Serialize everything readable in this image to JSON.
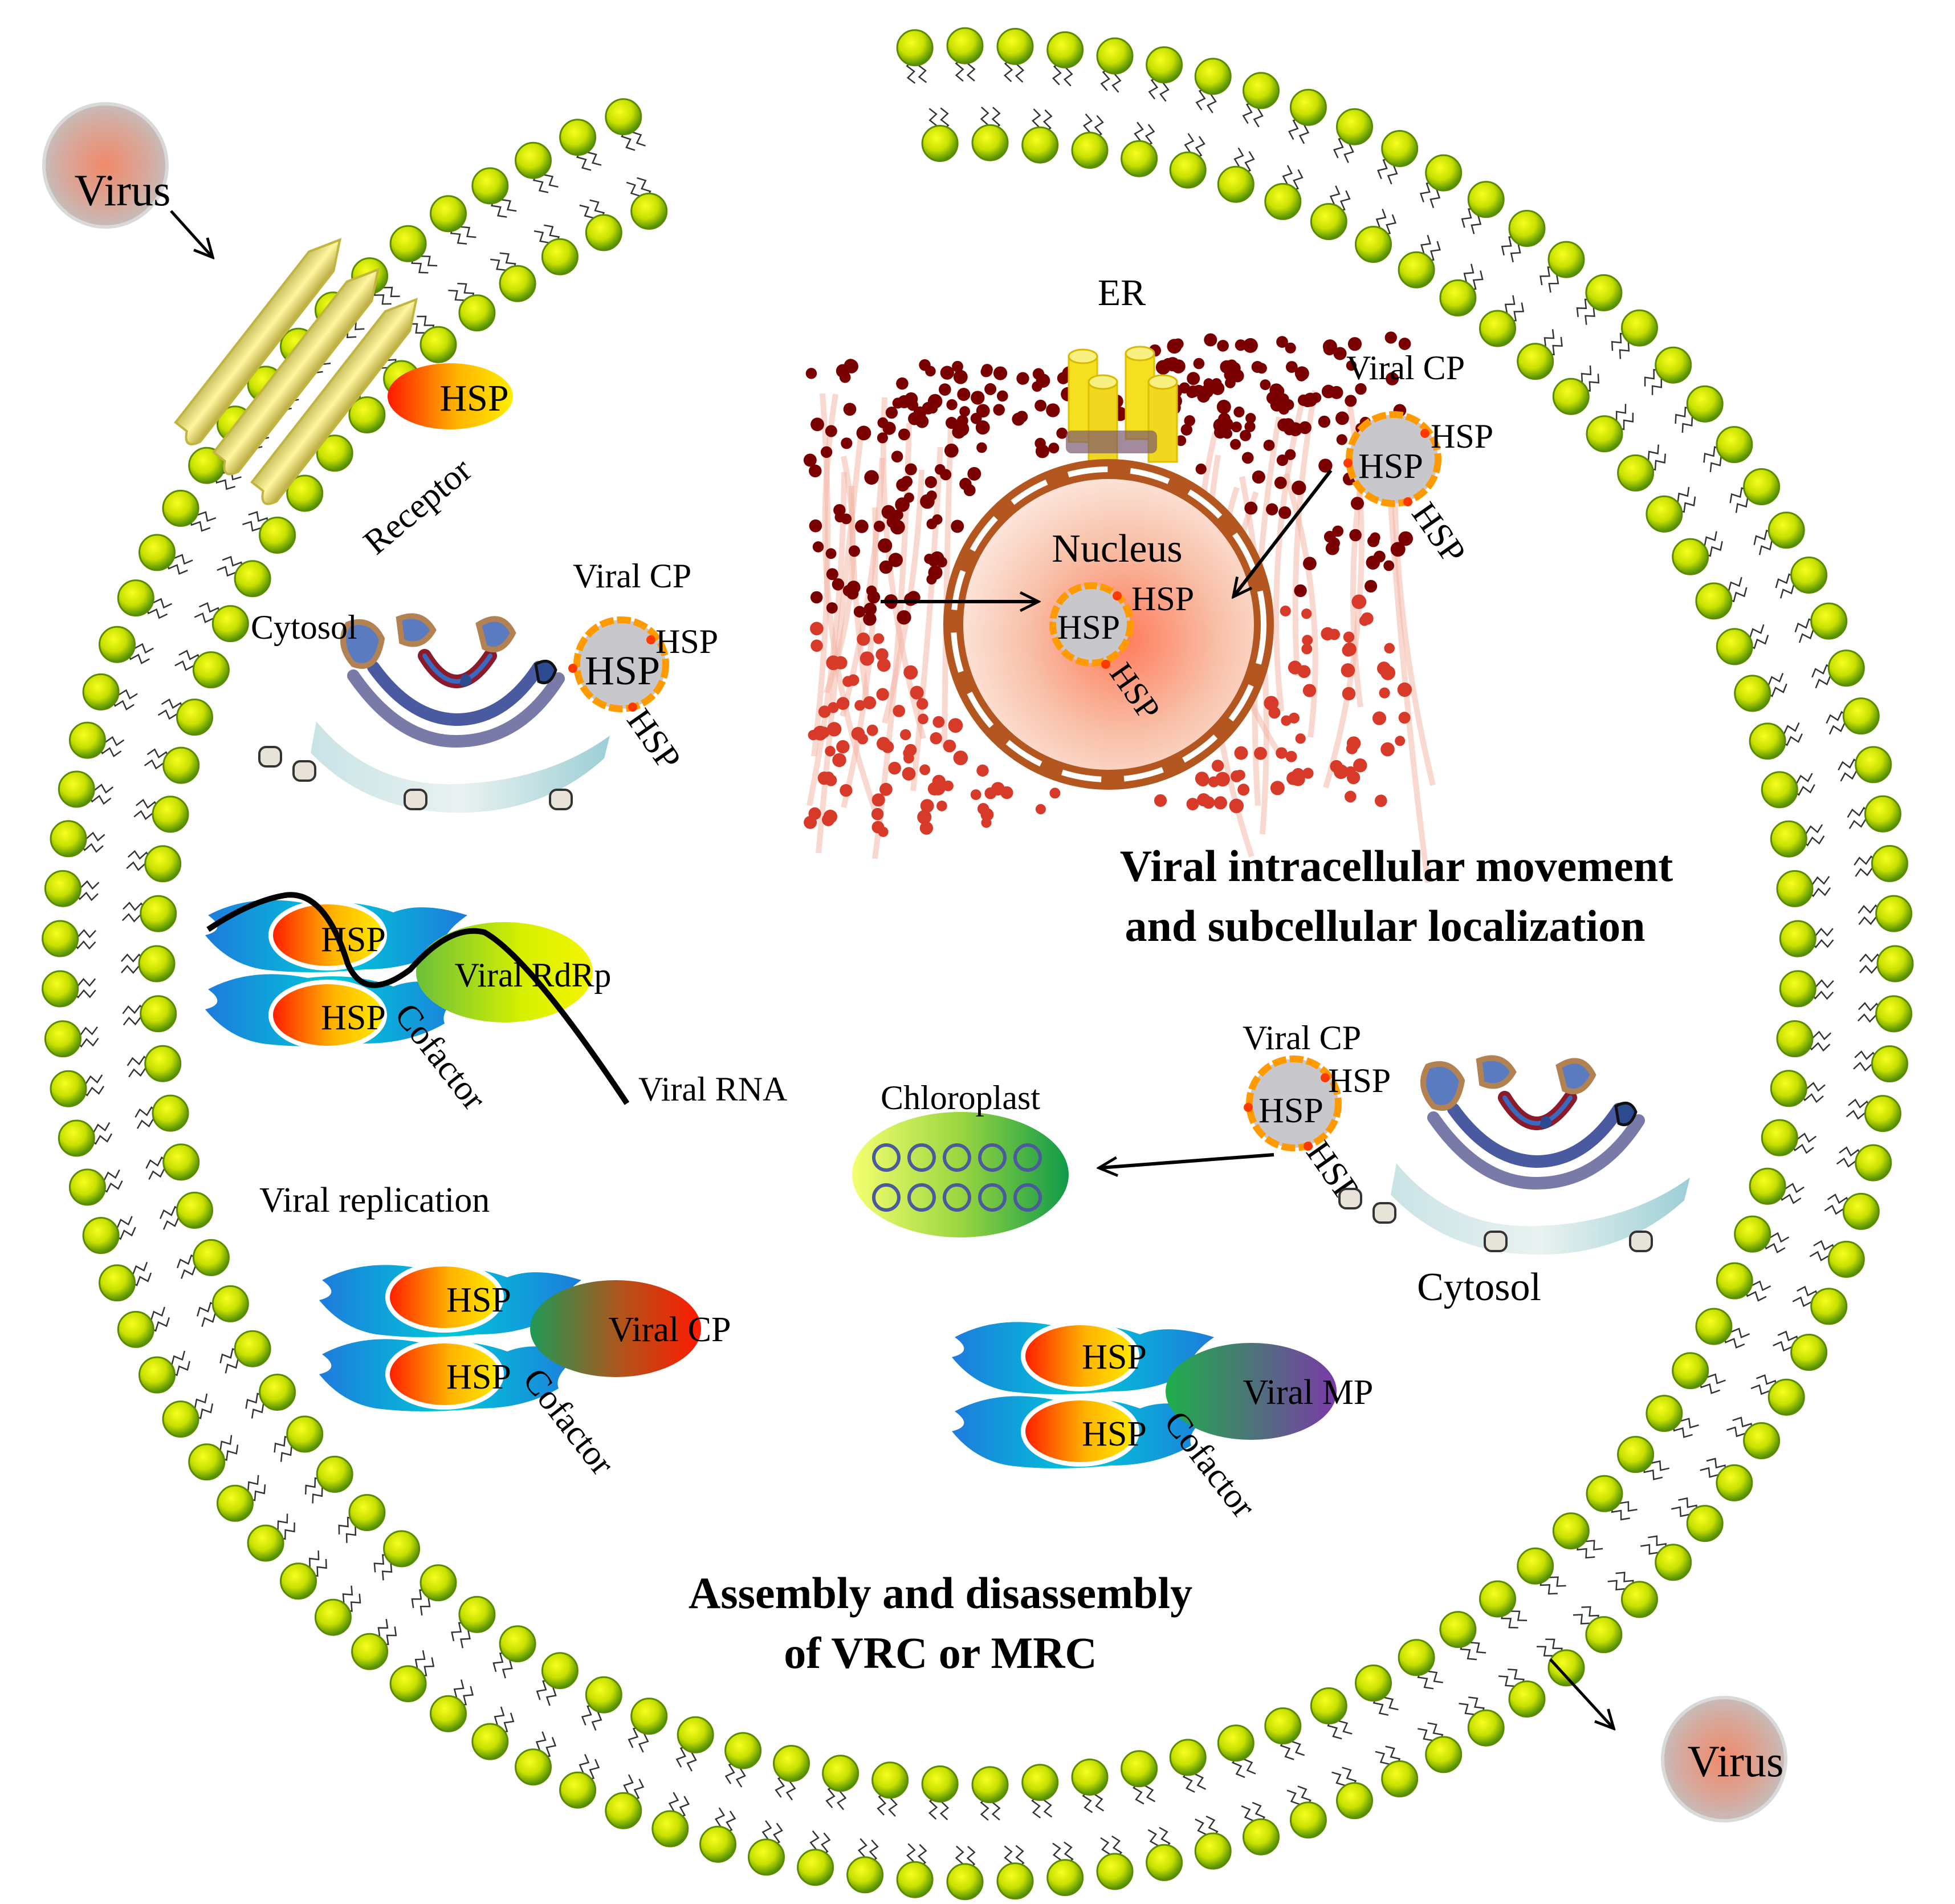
{
  "colors": {
    "bead_outer": "#5c9a00",
    "bead_inner": "#e8f000",
    "tail": "#222222",
    "hsp_a": "#ff2a00",
    "hsp_b": "#ffe100",
    "cofactor_a": "#00d2d2",
    "cofactor_b": "#1e7bdc",
    "er_dot": "#8b0000",
    "nucleus_ring": "#b3561f",
    "virus_core": "#e8a08a",
    "chloroplast_a": "#f2ff60",
    "chloroplast_b": "#1fa84a",
    "arrow": "#000000"
  },
  "labels": {
    "virus_in": "Virus",
    "virus_out": "Virus",
    "receptor": "Receptor",
    "hsp": "HSP",
    "er": "ER",
    "nucleus": "Nucleus",
    "viral_cp": "Viral CP",
    "cytosol": "Cytosol",
    "viral_rdrp": "Viral RdRp",
    "cofactor": "Cofactor",
    "viral_rna": "Viral RNA",
    "chloroplast": "Chloroplast",
    "viral_replication": "Viral replication",
    "viral_mp": "Viral MP",
    "movement_line1": "Viral intracellular movement",
    "movement_line2": "and subcellular localization",
    "assembly_line1": "Assembly and disassembly",
    "assembly_line2": "of  VRC or MRC"
  }
}
